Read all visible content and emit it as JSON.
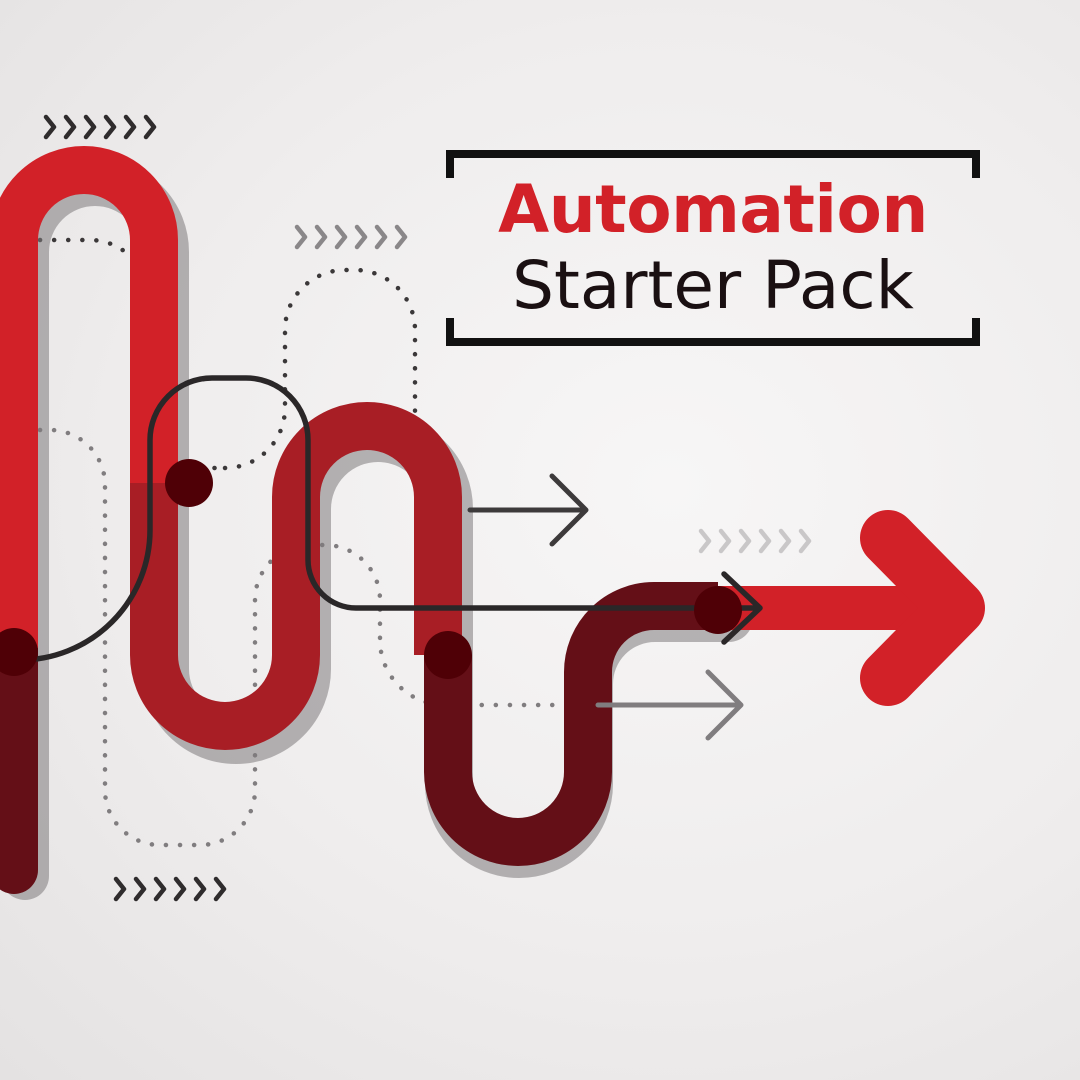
{
  "title": {
    "line1": "Automation",
    "line2": "Starter Pack"
  },
  "colors": {
    "accent_red": "#d22128",
    "mid_red": "#a81e25",
    "dark_red": "#640f17",
    "dot_red": "#4f0006",
    "text_dark": "#1a1012",
    "line_dark": "#2a2728",
    "line_gray": "#4a4749",
    "dots_dark": "#3b3839",
    "dots_gray": "#807d7f",
    "chevrons_light": "#c9c7c8"
  },
  "icons": {
    "chevron_rows": [
      "chevron-row-top",
      "chevron-row-middle",
      "chevron-row-right",
      "chevron-row-bottom"
    ],
    "main_arrow": "arrow-right-icon"
  }
}
